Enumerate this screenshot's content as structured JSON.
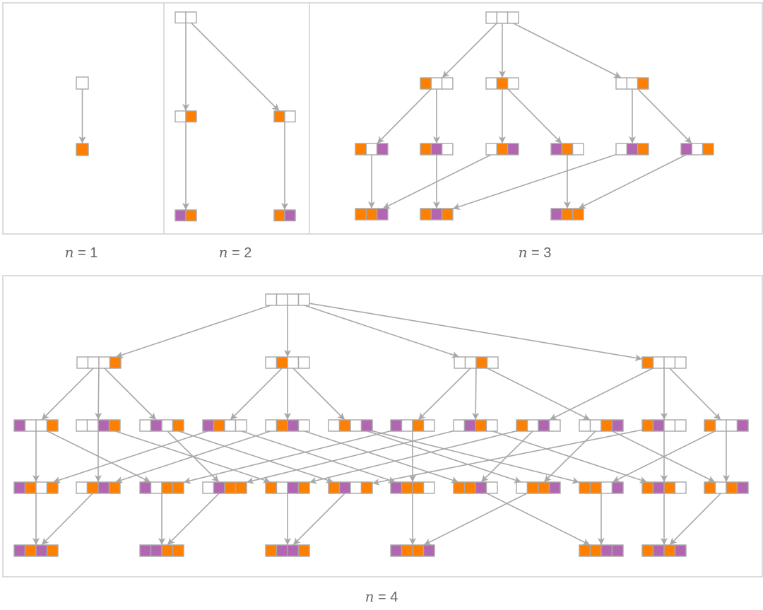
{
  "colors": {
    "orange": "#FF7F00",
    "purple": "#B266B2",
    "empty": "#FFFFFF",
    "cell_border": "#A8A8A8",
    "edge": "#A8A8A8",
    "panel_border": "#DCDCDC",
    "label": "#666666"
  },
  "legend": {
    "O": "orange cell",
    "P": "purple cell",
    "_": "empty cell"
  },
  "panels": [
    {
      "id": "n1",
      "label_var": "n",
      "label_rest": " = 1",
      "levels": [
        [
          "_"
        ],
        [
          "O"
        ]
      ]
    },
    {
      "id": "n2",
      "label_var": "n",
      "label_rest": " = 2",
      "levels": [
        [
          "__"
        ],
        [
          "_O",
          "O_"
        ],
        [
          "PO",
          "OP"
        ]
      ]
    },
    {
      "id": "n3",
      "label_var": "n",
      "label_rest": " = 3",
      "levels": [
        [
          "___"
        ],
        [
          "O__",
          "_O_",
          "__O"
        ],
        [
          "O_P",
          "OP_",
          "_OP",
          "PO_",
          "_PO",
          "P_O"
        ],
        [
          "OOP",
          "OPO",
          "POO"
        ]
      ]
    },
    {
      "id": "n4",
      "label_var": "n",
      "label_rest": " = 4",
      "levels": [
        [
          "____"
        ],
        [
          "___O",
          "_O__",
          "__O_",
          "O___"
        ],
        [
          "P__O",
          "__PO",
          "_P_O",
          "PO__",
          "_OP_",
          "_O_P",
          "P_O_",
          "_PO_",
          "O_P_",
          "__OP",
          "OP__",
          "O__P"
        ],
        [
          "PO_O",
          "_OPO",
          "P_OO",
          "_POO",
          "O_PO",
          "OP_O",
          "POO_",
          "OOP_",
          "_OOP",
          "OO_P",
          "OPO_",
          "O_OP"
        ],
        [
          "POPO",
          "PPOO",
          "OPPO",
          "POOP",
          "OOPP",
          "OPOP"
        ]
      ]
    }
  ]
}
